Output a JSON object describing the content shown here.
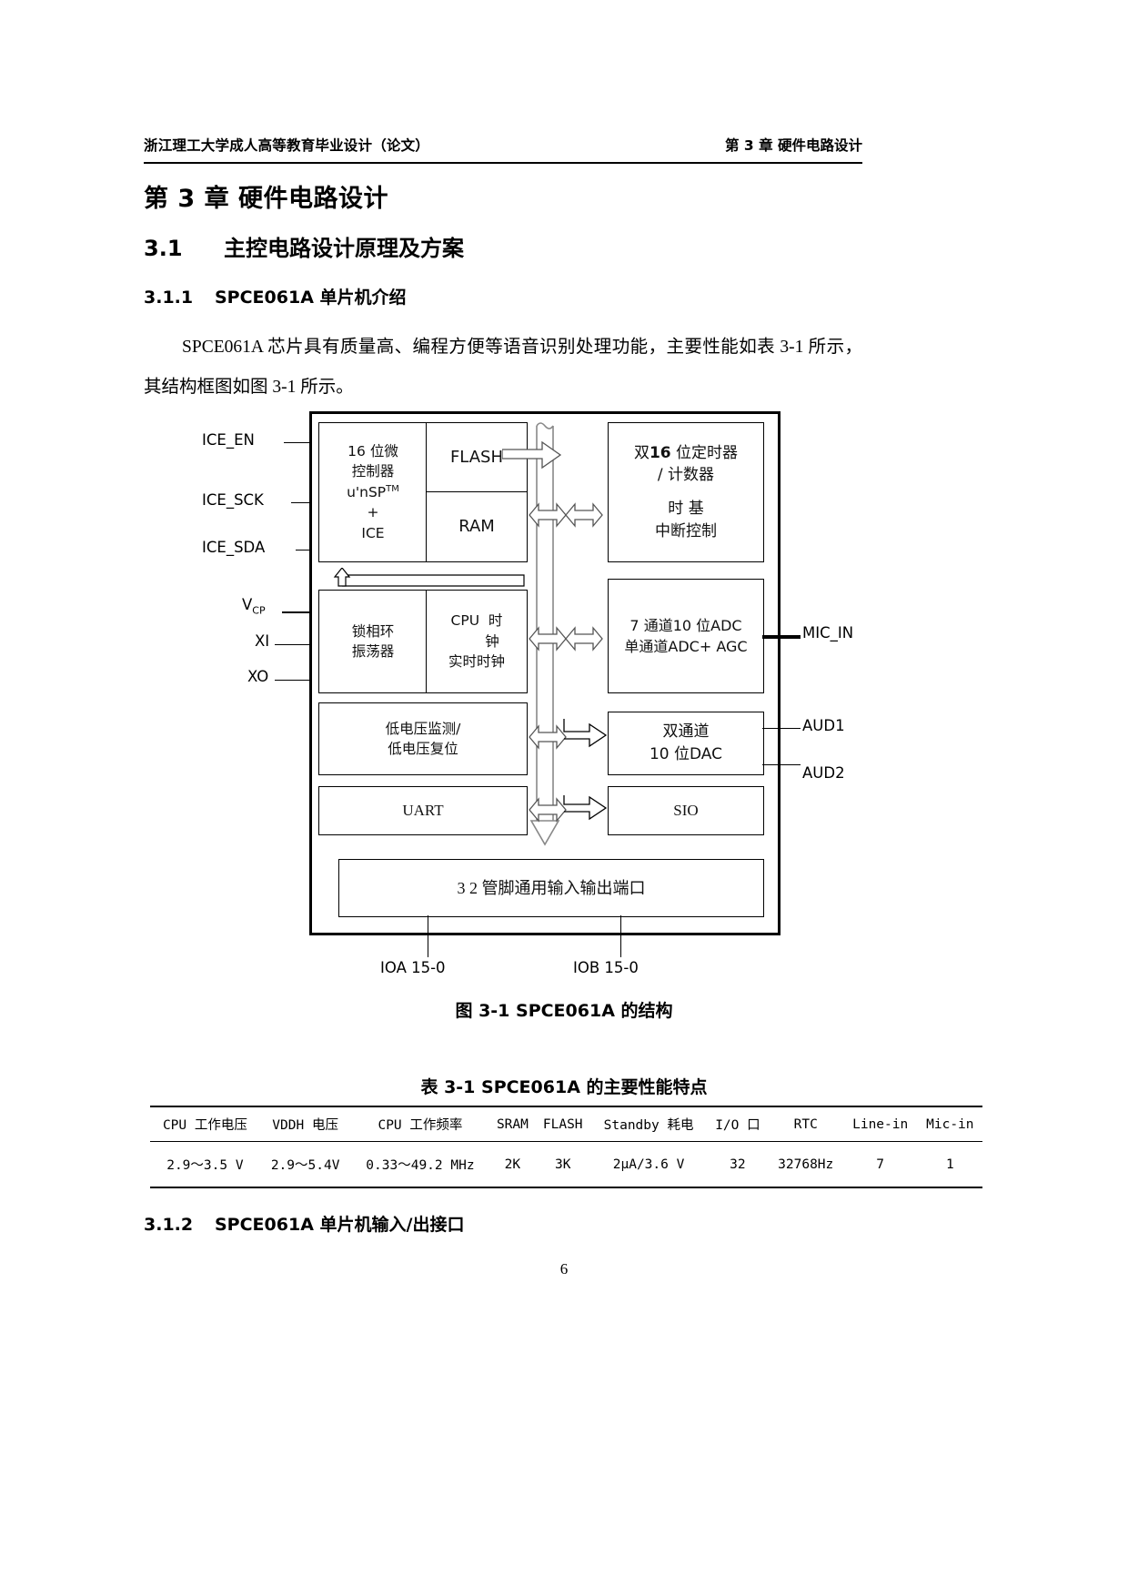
{
  "header": {
    "left": "浙江理工大学成人高等教育毕业设计（论文）",
    "right": "第 3 章  硬件电路设计"
  },
  "headings": {
    "chapter": "第 3 章  硬件电路设计",
    "s31_num": "3.1",
    "s31_title": "主控电路设计原理及方案",
    "s311_num": "3.1.1",
    "s311_title": "SPCE061A 单片机介绍",
    "s312_num": "3.1.2",
    "s312_title": "SPCE061A 单片机输入/出接口"
  },
  "body": {
    "paragraph": "SPCE061A 芯片具有质量高、编程方便等语音识别处理功能，主要性能如表 3-1 所示，其结构框图如图 3-1 所示。"
  },
  "diagram": {
    "left_pins": [
      "ICE_EN",
      "ICE_SCK",
      "ICE_SDA",
      "VCP",
      "XI",
      "XO"
    ],
    "vcp_main": "V",
    "vcp_sub": "CP",
    "right_pins": [
      "MIC_IN",
      "AUD1",
      "AUD2"
    ],
    "bottom_pins": [
      "IOA 15-0",
      "IOB 15-0"
    ],
    "blocks": {
      "mcu_l1": "16  位微",
      "mcu_l2": "控制器",
      "mcu_l3a": "u'nSP",
      "mcu_l3b": "TM",
      "mcu_l4": "+",
      "mcu_l5": "ICE",
      "flash": "FLASH",
      "ram": "RAM",
      "timer_l1a": "双",
      "timer_l1b": "16",
      "timer_l1c": " 位定时器",
      "timer_l2": "/ 计数器",
      "timer_l3": "时 基",
      "timer_l4": "中断控制",
      "pll_l1": "锁相环",
      "pll_l2": "振荡器",
      "cpu_l1a": "CPU",
      "cpu_l1b": "时",
      "cpu_l2": "钟",
      "cpu_l3": "实时时钟",
      "adc_l1": "7 通道10 位ADC",
      "adc_l2": "单通道ADC+ AGC",
      "lv_l1": "低电压监测/",
      "lv_l2": "低电压复位",
      "dac_l1": "双通道",
      "dac_l2": "10 位DAC",
      "uart": "UART",
      "sio": "SIO",
      "gpio": "3 2 管脚通用输入输出端口"
    },
    "caption": "图 3-1  SPCE061A  的结构"
  },
  "table": {
    "caption": "表 3-1 SPCE061A 的主要性能特点",
    "headers": [
      "CPU 工作电压",
      "VDDH 电压",
      "CPU 工作频率",
      "SRAM",
      "FLASH",
      "Standby 耗电",
      "I/O 口",
      "RTC",
      "Line-in",
      "Mic-in"
    ],
    "rows": [
      [
        "2.9～3.5 V",
        "2.9～5.4V",
        "0.33～49.2 MHz",
        "2K",
        "3K",
        "2μA/3.6 V",
        "32",
        "32768Hz",
        "7",
        "1"
      ]
    ]
  },
  "footer": {
    "page_number": "6"
  }
}
